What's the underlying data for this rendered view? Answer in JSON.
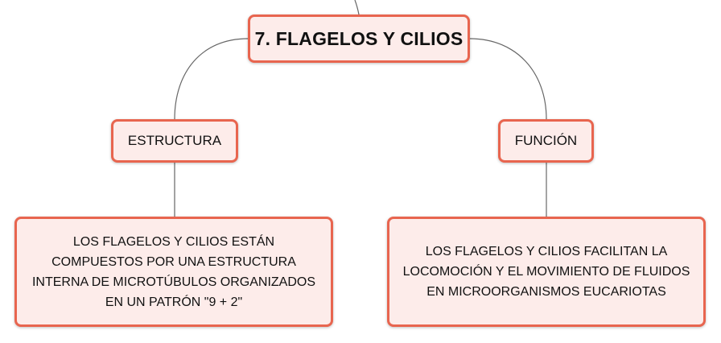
{
  "diagram": {
    "root": {
      "label": "7. FLAGELOS Y CILIOS"
    },
    "structure": {
      "label": "ESTRUCTURA",
      "detail": "LOS FLAGELOS Y CILIOS ESTÁN COMPUESTOS POR UNA ESTRUCTURA INTERNA DE MICROTÚBULOS ORGANIZADOS EN UN PATRÓN \"9 + 2\""
    },
    "function": {
      "label": "FUNCIÓN",
      "detail": "LOS FLAGELOS Y CILIOS FACILITAN LA LOCOMOCIÓN Y EL MOVIMIENTO DE FLUIDOS EN MICROORGANISMOS EUCARIOTAS"
    }
  },
  "colors": {
    "node_border": "#e8654f",
    "node_fill": "#fdecea",
    "connector": "#666666"
  }
}
